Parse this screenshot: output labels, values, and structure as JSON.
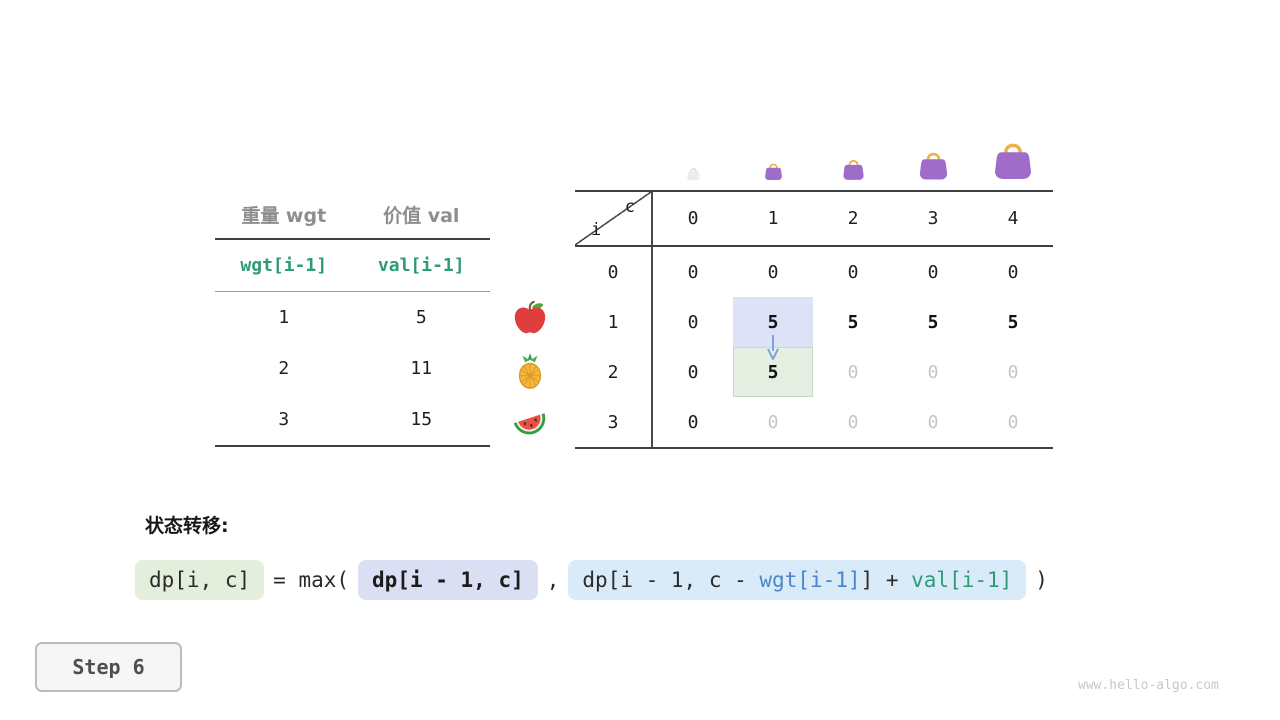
{
  "page": {
    "step_label": "Step 6",
    "watermark": "www.hello-algo.com"
  },
  "items_table": {
    "col_headers": [
      "重量 wgt",
      "价值 val"
    ],
    "formula_row": [
      "wgt[i-1]",
      "val[i-1]"
    ],
    "rows": [
      {
        "wgt": "1",
        "val": "5",
        "fruit": "apple"
      },
      {
        "wgt": "2",
        "val": "11",
        "fruit": "pineapple"
      },
      {
        "wgt": "3",
        "val": "15",
        "fruit": "watermelon"
      }
    ]
  },
  "dp_table": {
    "corner": {
      "top": "c",
      "side": "i"
    },
    "capacities": [
      "0",
      "1",
      "2",
      "3",
      "4"
    ],
    "row_labels": [
      "0",
      "1",
      "2",
      "3"
    ],
    "cells": [
      [
        {
          "v": "0",
          "s": "plain"
        },
        {
          "v": "0",
          "s": "plain"
        },
        {
          "v": "0",
          "s": "plain"
        },
        {
          "v": "0",
          "s": "plain"
        },
        {
          "v": "0",
          "s": "plain"
        }
      ],
      [
        {
          "v": "0",
          "s": "plain"
        },
        {
          "v": "5",
          "s": "source"
        },
        {
          "v": "5",
          "s": "filled"
        },
        {
          "v": "5",
          "s": "filled"
        },
        {
          "v": "5",
          "s": "filled"
        }
      ],
      [
        {
          "v": "0",
          "s": "plain"
        },
        {
          "v": "5",
          "s": "target"
        },
        {
          "v": "0",
          "s": "pending"
        },
        {
          "v": "0",
          "s": "pending"
        },
        {
          "v": "0",
          "s": "pending"
        }
      ],
      [
        {
          "v": "0",
          "s": "plain"
        },
        {
          "v": "0",
          "s": "pending"
        },
        {
          "v": "0",
          "s": "pending"
        },
        {
          "v": "0",
          "s": "pending"
        },
        {
          "v": "0",
          "s": "pending"
        }
      ]
    ],
    "bag_sizes": [
      14,
      19,
      23,
      31,
      41
    ]
  },
  "transition": {
    "label": "状态转移:",
    "lhs": "dp[i, c]",
    "eq": "= max(",
    "arg1": "dp[i - 1, c]",
    "comma": ",",
    "arg2_parts": [
      "dp[i - 1, c - ",
      "wgt[i-1]",
      "] + ",
      "val[i-1]"
    ],
    "close": ")"
  },
  "colors": {
    "teal_accent": "#2e9b77",
    "blue_accent": "#4a86c8",
    "source_cell_bg": "#dde2f6",
    "target_cell_bg": "#e4efe2",
    "formula_blue_bg": "#d9eaf8",
    "pending_text": "#c6c6c6",
    "bag_purple": "#a06cc9",
    "bag_handle": "#f0b14a"
  }
}
